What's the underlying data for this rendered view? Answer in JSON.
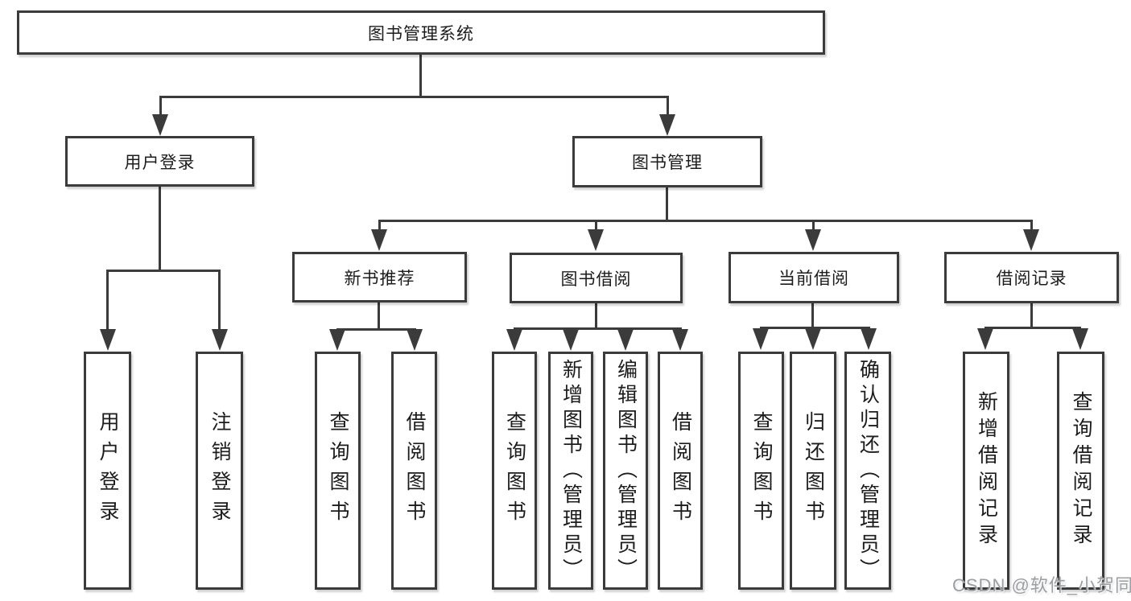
{
  "tree": {
    "root": "图书管理系统",
    "user_branch": {
      "label": "用户登录",
      "children": [
        "用户登录",
        "注销登录"
      ]
    },
    "mgmt_branch": {
      "label": "图书管理",
      "groups": [
        {
          "label": "新书推荐",
          "children": [
            "查询图书",
            "借阅图书"
          ]
        },
        {
          "label": "图书借阅",
          "children": [
            "查询图书",
            "新增图书（管理员）",
            "编辑图书（管理员）",
            "借阅图书"
          ]
        },
        {
          "label": "当前借阅",
          "children": [
            "查询图书",
            "归还图书",
            "确认归还（管理员）"
          ]
        },
        {
          "label": "借阅记录",
          "children": [
            "新增借阅记录",
            "查询借阅记录"
          ]
        }
      ]
    }
  },
  "watermark": {
    "text": "CSDN @软件_小贺同学"
  },
  "colors": {
    "line": "#3b3b3b",
    "box_border": "#3b3b3b",
    "background": "#ffffff",
    "watermark": "#96999d"
  }
}
